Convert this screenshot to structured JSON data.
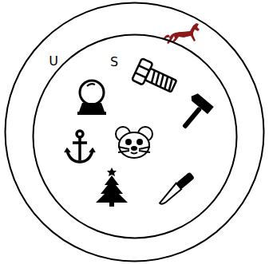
{
  "diagram": {
    "nodes": [
      {
        "text": [
          "U"
        ]
      },
      {
        "text": [
          "S"
        ],
        "in": 0
      }
    ]
  }
}
